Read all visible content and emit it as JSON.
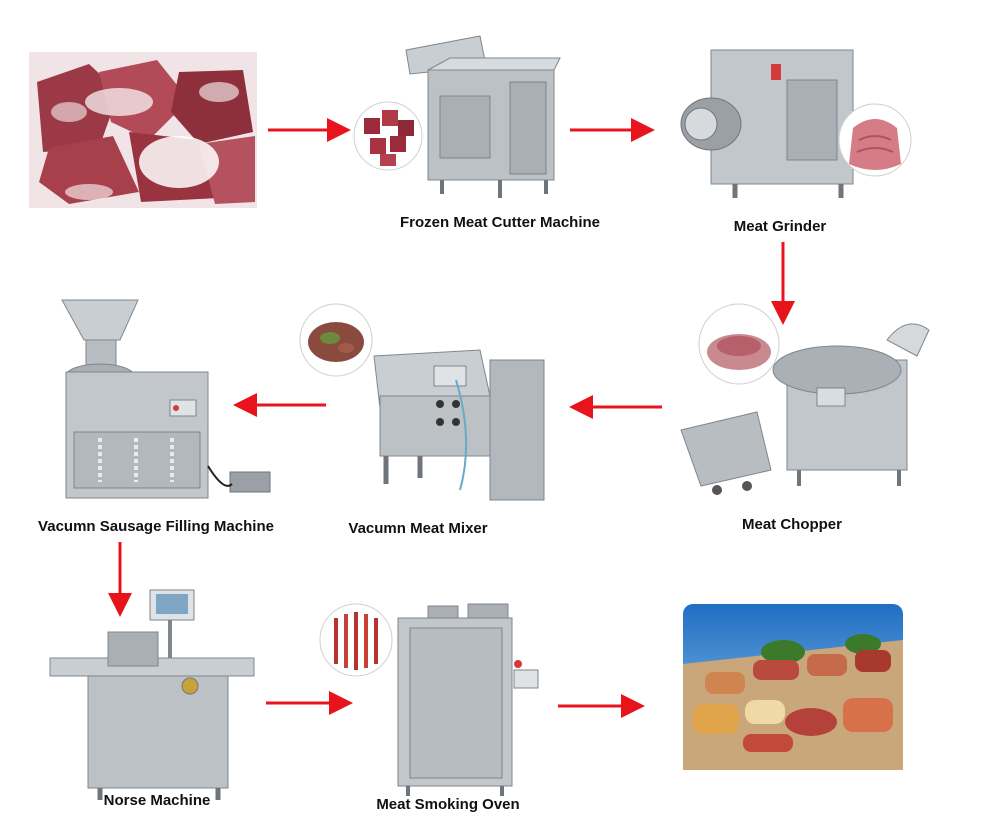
{
  "colors": {
    "arrow": "#e8141c",
    "steel": "#b9bec3",
    "steel_dark": "#8e959b",
    "meat": "#a8323c",
    "meat_light": "#d98a8f"
  },
  "steps": [
    {
      "id": "frozen-meat",
      "label": "",
      "icon": "frozen-meat-photo"
    },
    {
      "id": "cutter",
      "label": "Frozen Meat Cutter Machine",
      "icon": "meat-cutter-machine"
    },
    {
      "id": "grinder",
      "label": "Meat Grinder",
      "icon": "meat-grinder-machine"
    },
    {
      "id": "chopper",
      "label": "Meat Chopper",
      "icon": "bowl-chopper-machine"
    },
    {
      "id": "mixer",
      "label": "Vacumn Meat Mixer",
      "icon": "vacuum-mixer-machine"
    },
    {
      "id": "filler",
      "label": "Vacumn Sausage Filling Machine",
      "icon": "sausage-filler-machine"
    },
    {
      "id": "norse",
      "label": "Norse Machine",
      "icon": "norse-machine"
    },
    {
      "id": "oven",
      "label": "Meat Smoking Oven",
      "icon": "smoking-oven-machine"
    },
    {
      "id": "sausages",
      "label": "",
      "icon": "finished-sausages-photo"
    }
  ],
  "flow": [
    {
      "from": "frozen-meat",
      "to": "cutter",
      "direction": "right"
    },
    {
      "from": "cutter",
      "to": "grinder",
      "direction": "right"
    },
    {
      "from": "grinder",
      "to": "chopper",
      "direction": "down"
    },
    {
      "from": "chopper",
      "to": "mixer",
      "direction": "left"
    },
    {
      "from": "mixer",
      "to": "filler",
      "direction": "left"
    },
    {
      "from": "filler",
      "to": "norse",
      "direction": "down"
    },
    {
      "from": "norse",
      "to": "oven",
      "direction": "right"
    },
    {
      "from": "oven",
      "to": "sausages",
      "direction": "right"
    }
  ]
}
